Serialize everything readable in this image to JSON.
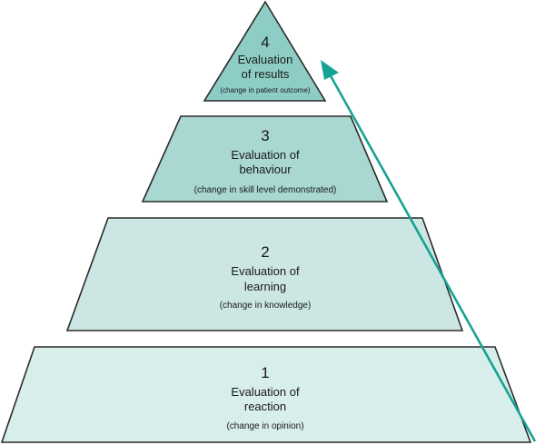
{
  "levels": [
    {
      "number": "1",
      "title_line1": "Evaluation of",
      "title_line2": "reaction",
      "subtitle": "(change in opinion)",
      "fill": "#d8eeeb"
    },
    {
      "number": "2",
      "title_line1": "Evaluation of",
      "title_line2": "learning",
      "subtitle": "(change in knowledge)",
      "fill": "#cce7e3"
    },
    {
      "number": "3",
      "title_line1": "Evaluation of",
      "title_line2": "behaviour",
      "subtitle": "(change in skill level demonstrated)",
      "fill": "#a9d8d2"
    },
    {
      "number": "4",
      "title_line1": "Evaluation",
      "title_line2": "of results",
      "subtitle": "(change in patient outcome)",
      "fill": "#8ecdc6"
    }
  ],
  "colors": {
    "arrow": "#17a297",
    "outline": "#2b2b2b"
  }
}
